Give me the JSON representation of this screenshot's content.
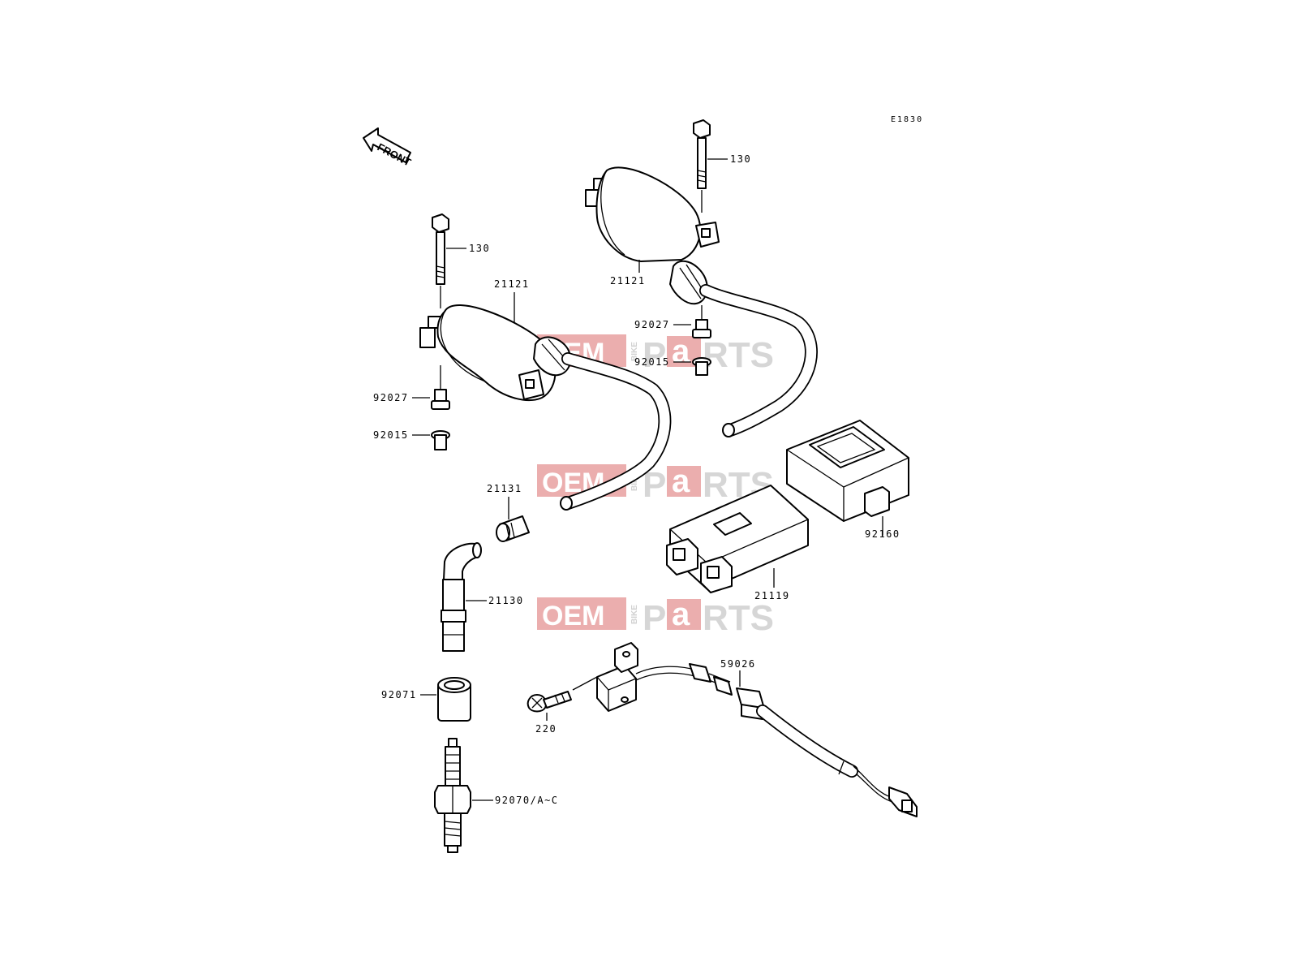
{
  "diagram": {
    "code": "E1830",
    "front_label": "FRONT",
    "watermark": {
      "oem": "OEM",
      "bike": "BIKE",
      "p": "P",
      "a": "a",
      "rts": "RTS",
      "color": "#e8a0a0"
    },
    "callouts": {
      "bolt_top": "130",
      "bolt_left": "130",
      "coil_top": "21121",
      "coil_left": "21121",
      "collar_top": "92027",
      "bush_top": "92015",
      "collar_left": "92027",
      "bush_left": "92015",
      "seal": "21131",
      "plug_cap": "21130",
      "cap_boot": "92071",
      "spark_plug": "92070/A~C",
      "igniter": "21119",
      "igniter_cover": "92160",
      "pickup_coil": "59026",
      "screw": "220"
    }
  }
}
